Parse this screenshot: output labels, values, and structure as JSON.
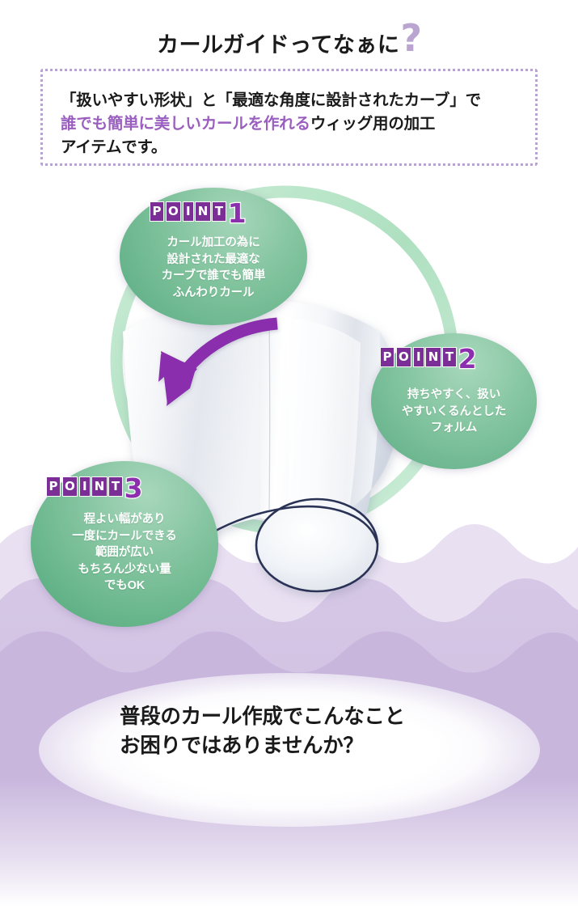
{
  "header": {
    "title": "カールガイドってなぁに",
    "question_mark": "?",
    "question_mark_color": "#b9a5d0"
  },
  "lead_box": {
    "line1_plain_a": "「扱いやすい形状」と「最適な角度に設計されたカーブ」で",
    "line2_highlight": "誰でも簡単に美しいカールを作れる",
    "line2_plain": "ウィッグ用の加工",
    "line3_plain": "アイテムです。",
    "highlight_color": "#9b5fc0",
    "border_color": "#b6a3cf"
  },
  "points": [
    {
      "id": "point-1",
      "label_word": "POINT",
      "number": "1",
      "body": "カール加工の為に\n設計された最適な\nカーブで誰でも簡単\nふんわりカール",
      "body_lines": [
        "カール加工の為に",
        "設計された最適な",
        "カーブで誰でも簡単",
        "ふんわりカール"
      ]
    },
    {
      "id": "point-2",
      "label_word": "POINT",
      "number": "2",
      "body": "持ちやすく、扱い\nやすいくるんとした\nフォルム",
      "body_lines": [
        "持ちやすく、扱い",
        "やすいくるんとした",
        "フォルム"
      ]
    },
    {
      "id": "point-3",
      "label_word": "POINT",
      "number": "3",
      "body": "程よい幅があり\n一度にカールできる\n範囲が広い\nもちろん少ない量\nでもOK",
      "body_lines": [
        "程よい幅があり",
        "一度にカールできる",
        "範囲が広い",
        "もちろん少ない量",
        "でもOK"
      ]
    }
  ],
  "product": {
    "alt_name": "curl-guide-sheet",
    "arrow_color": "#8b2fae",
    "outline_color": "#2a3356"
  },
  "bottom": {
    "line1": "普段のカール作成でこんなこと",
    "line2": "お困りではありませんか？"
  },
  "colors": {
    "green_bubble_dark": "#4fa87a",
    "green_bubble_light": "#9ed2b4",
    "green_ring": "#b7e6c6",
    "purple_badge": "#7a2e96",
    "purple_number": "#8b2fae",
    "wave_light": "#e9e0f2",
    "wave_mid": "#d9cbe8",
    "wave_dark": "#c8b6dd",
    "page_background": "#ffffff"
  }
}
